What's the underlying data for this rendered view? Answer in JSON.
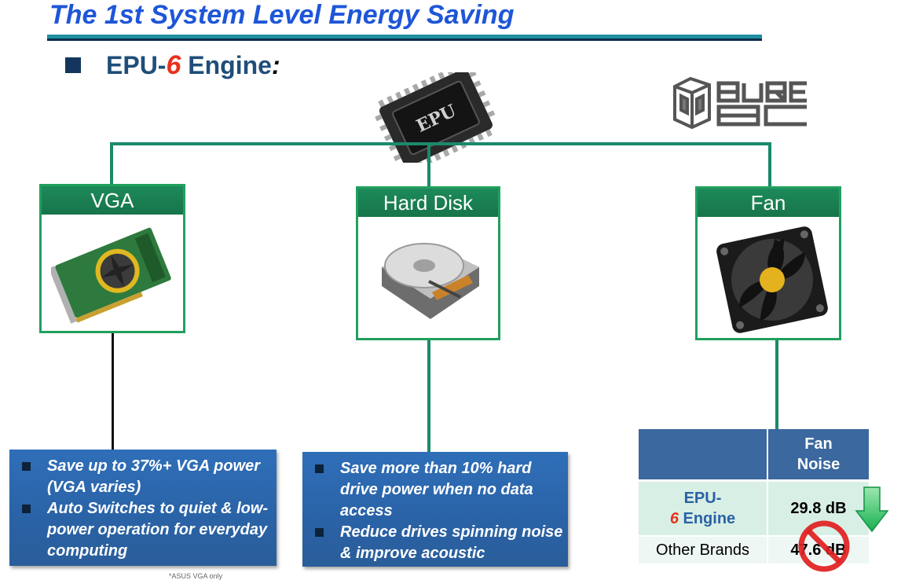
{
  "title": "The 1st System Level Energy Saving",
  "heading": {
    "prefix": "EPU-",
    "six": "6",
    "suffix": " Engine",
    "colon": ":"
  },
  "chip": {
    "label": "EPU",
    "icon": "epu-chip-icon"
  },
  "logo": {
    "icon": "purepc-logo"
  },
  "boxes": {
    "vga": {
      "title": "VGA",
      "icon": "graphics-card-icon"
    },
    "hdd": {
      "title": "Hard Disk",
      "icon": "hard-disk-icon"
    },
    "fan": {
      "title": "Fan",
      "icon": "cooling-fan-icon"
    }
  },
  "panels": {
    "vga": [
      "Save up to 37%+ VGA power (VGA varies)",
      "Auto Switches to quiet & low-power operation for everyday computing"
    ],
    "hdd": [
      "Save more than 10% hard drive power when no data access",
      " Reduce drives spinning noise & improve acoustic"
    ]
  },
  "table": {
    "header": "Fan Noise",
    "rows": [
      {
        "label_prefix": "EPU-",
        "label_six": "6",
        "label_suffix": " Engine",
        "value": "29.8 dB"
      },
      {
        "label": "Other Brands",
        "value": "47.6 dB"
      }
    ]
  },
  "footnote": "*ASUS VGA only",
  "colors": {
    "title": "#1e56d8",
    "green": "#21a05e",
    "panel_blue": "#2f6fb8",
    "red_six": "#e8311d"
  }
}
